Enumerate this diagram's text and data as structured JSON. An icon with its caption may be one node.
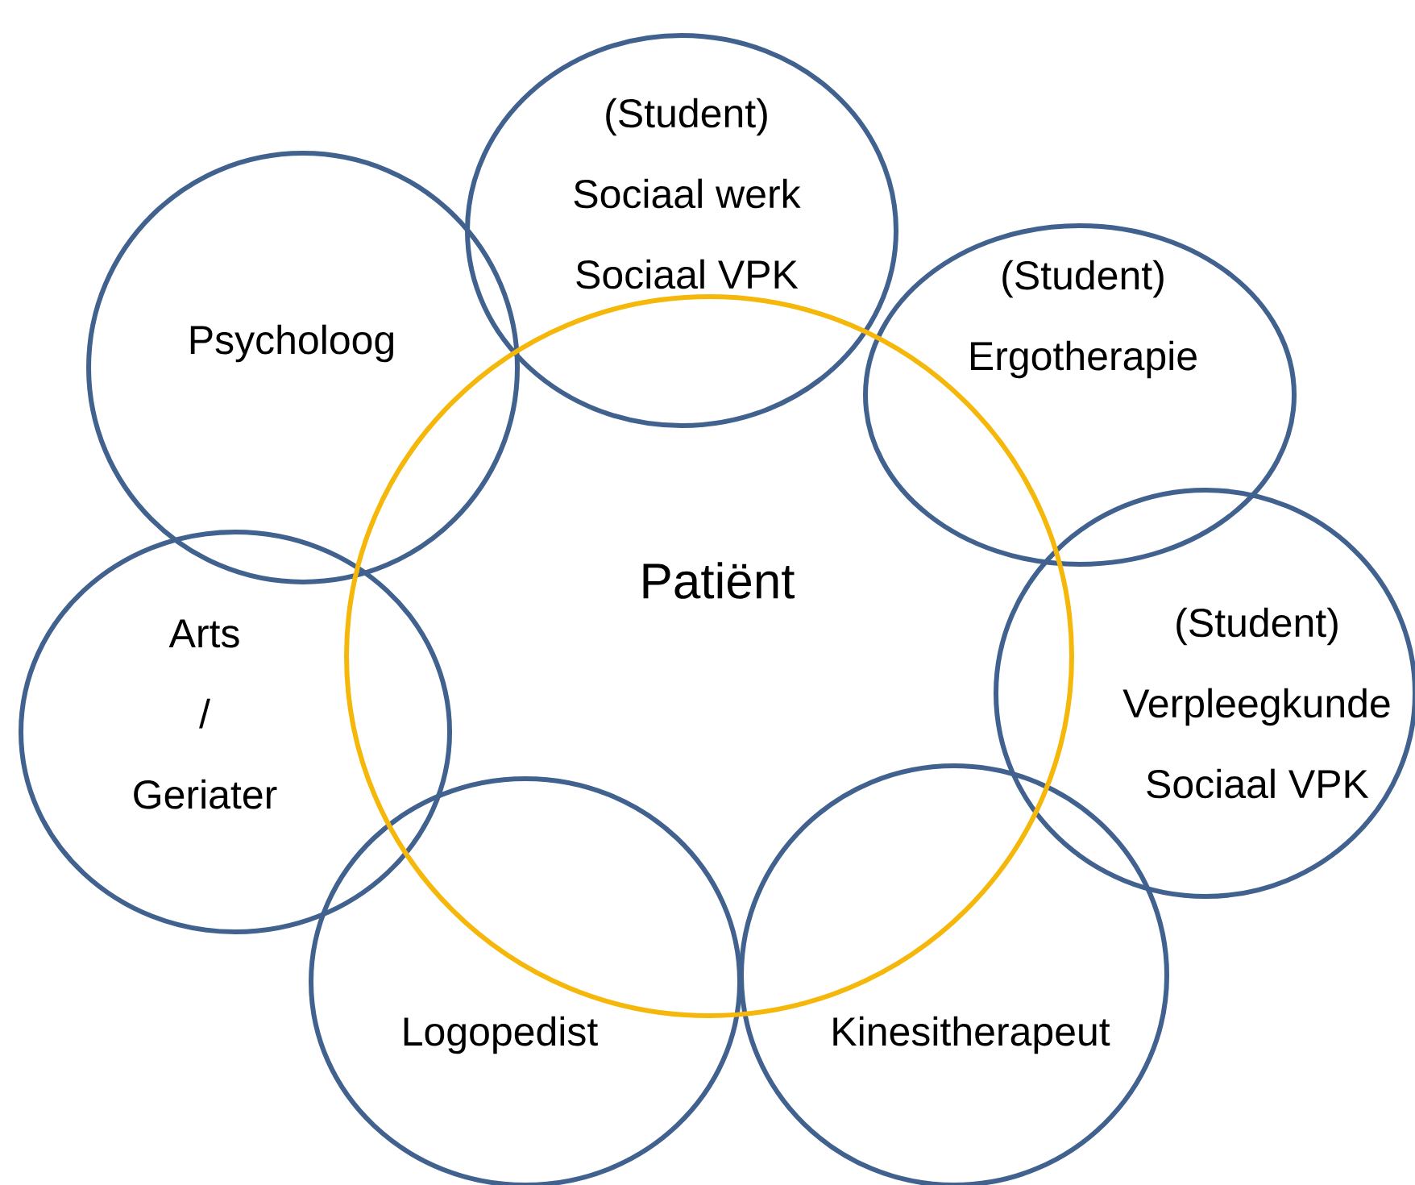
{
  "diagram": {
    "nodes": [
      {
        "text": [
          "(Student)",
          "Sociaal werk",
          "Sociaal VPK"
        ]
      },
      {
        "text": [
          "(Student)",
          "Ergotherapie"
        ]
      },
      {
        "text": [
          "(Student)",
          "Verpleegkunde",
          "Sociaal VPK"
        ]
      },
      {
        "text": [
          "Kinesitherapeut"
        ]
      },
      {
        "text": [
          "Logopedist"
        ]
      },
      {
        "text": [
          "Arts",
          "/",
          "Geriater"
        ]
      },
      {
        "text": [
          "Psycholoog"
        ]
      },
      {
        "text": [
          "Patiënt"
        ]
      }
    ]
  }
}
